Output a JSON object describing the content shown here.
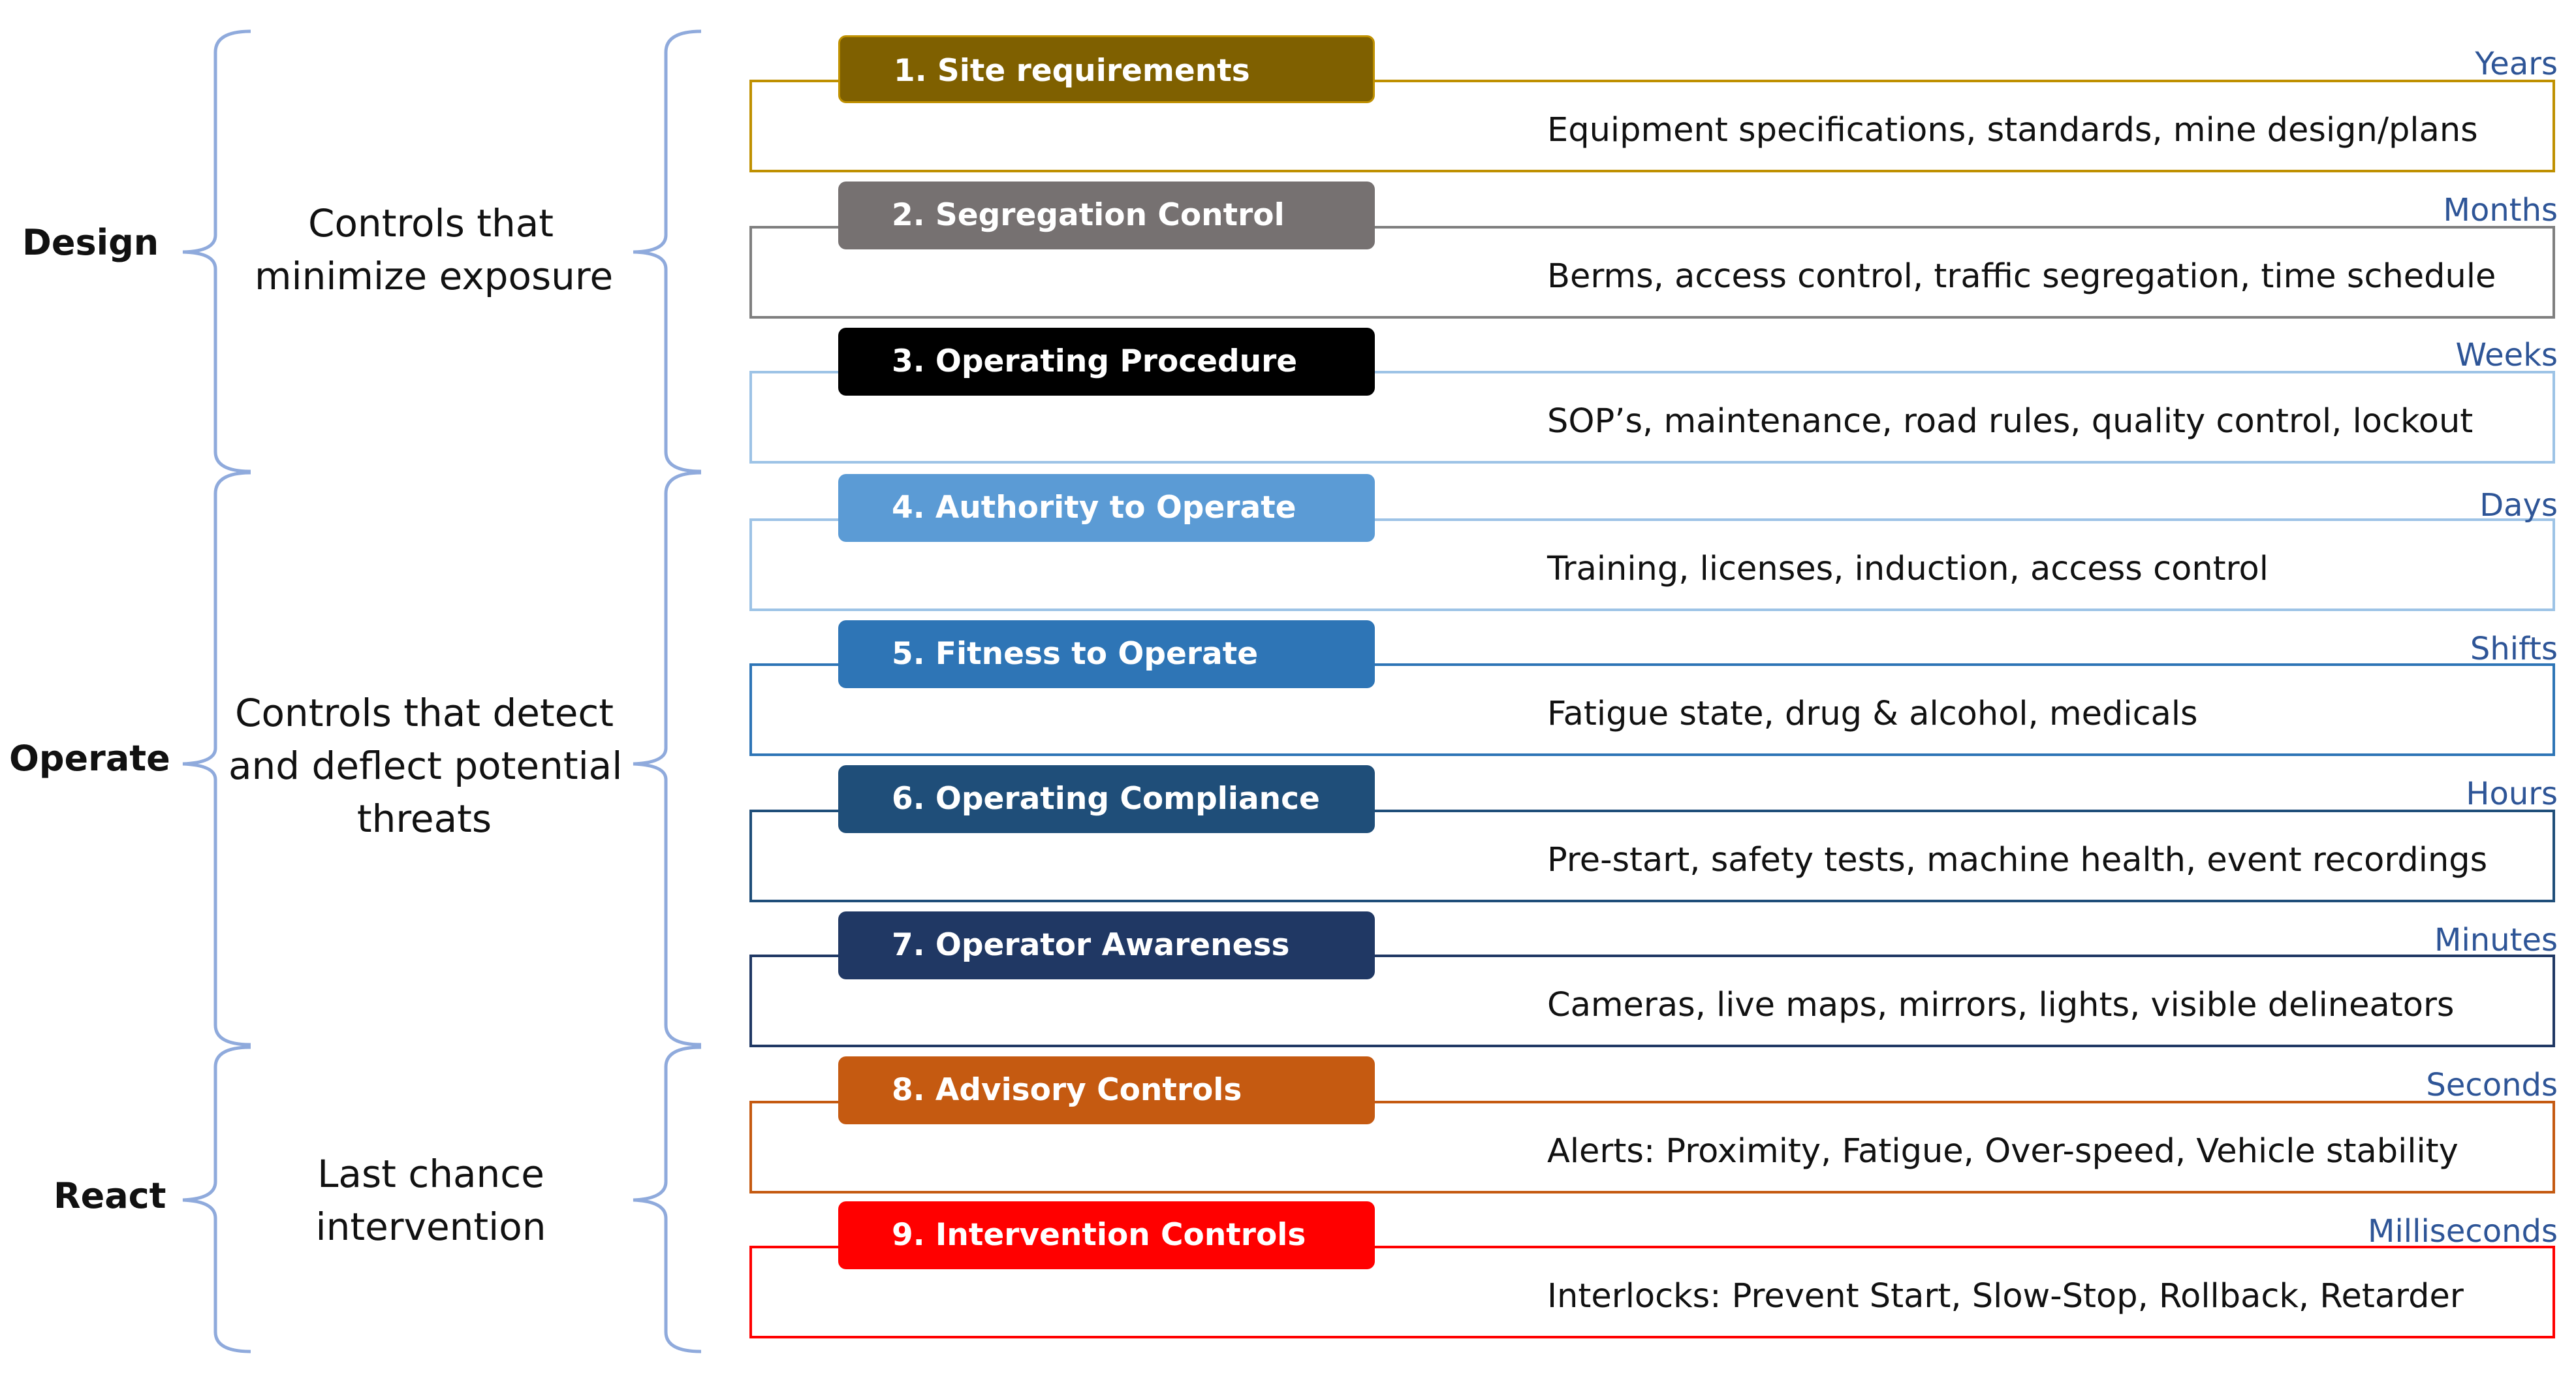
{
  "phases": [
    {
      "name": "Design",
      "description_lines": [
        "Controls that",
        "minimize exposure"
      ]
    },
    {
      "name": "Operate",
      "description_lines": [
        "Controls that detect",
        "and deflect potential",
        "threats"
      ]
    },
    {
      "name": "React",
      "description_lines": [
        "Last chance",
        "intervention"
      ]
    }
  ],
  "controls": [
    {
      "label": "1. Site requirements",
      "detail": "Equipment specifications, standards, mine design/plans",
      "timeframe": "Years",
      "color": "#7f6000"
    },
    {
      "label": "2. Segregation Control",
      "detail": "Berms, access control, traffic segregation, time schedule",
      "timeframe": "Months",
      "color": "#767171"
    },
    {
      "label": "3. Operating Procedure",
      "detail": "SOP’s, maintenance, road rules, quality control, lockout",
      "timeframe": "Weeks",
      "color": "#000000"
    },
    {
      "label": "4. Authority to Operate",
      "detail": "Training, licenses, induction, access control",
      "timeframe": "Days",
      "color": "#5b9bd5"
    },
    {
      "label": "5. Fitness to Operate",
      "detail": "Fatigue state, drug & alcohol, medicals",
      "timeframe": "Shifts",
      "color": "#2e75b6"
    },
    {
      "label": "6. Operating Compliance",
      "detail": "Pre-start, safety tests, machine health, event recordings",
      "timeframe": "Hours",
      "color": "#1f4e79"
    },
    {
      "label": "7. Operator Awareness",
      "detail": "Cameras, live maps, mirrors, lights, visible delineators",
      "timeframe": "Minutes",
      "color": "#203864"
    },
    {
      "label": "8. Advisory Controls",
      "detail": "Alerts: Proximity, Fatigue, Over-speed, Vehicle stability",
      "timeframe": "Seconds",
      "color": "#c55a11"
    },
    {
      "label": "9. Intervention Controls",
      "detail": "Interlocks: Prevent Start, Slow-Stop, Rollback, Retarder",
      "timeframe": "Milliseconds",
      "color": "#ff0000"
    }
  ],
  "colors": {
    "brace": "#8faadc",
    "timeframe_text": "#2e5597",
    "border_1": "#bf9000",
    "border_2": "#7f7f7f",
    "border_3": "#9dc3e6",
    "border_4": "#9dc3e6",
    "border_5": "#2e75b6",
    "border_6": "#1f4e79",
    "border_7": "#203864",
    "border_8": "#c55a11",
    "border_9": "#ff0000"
  }
}
